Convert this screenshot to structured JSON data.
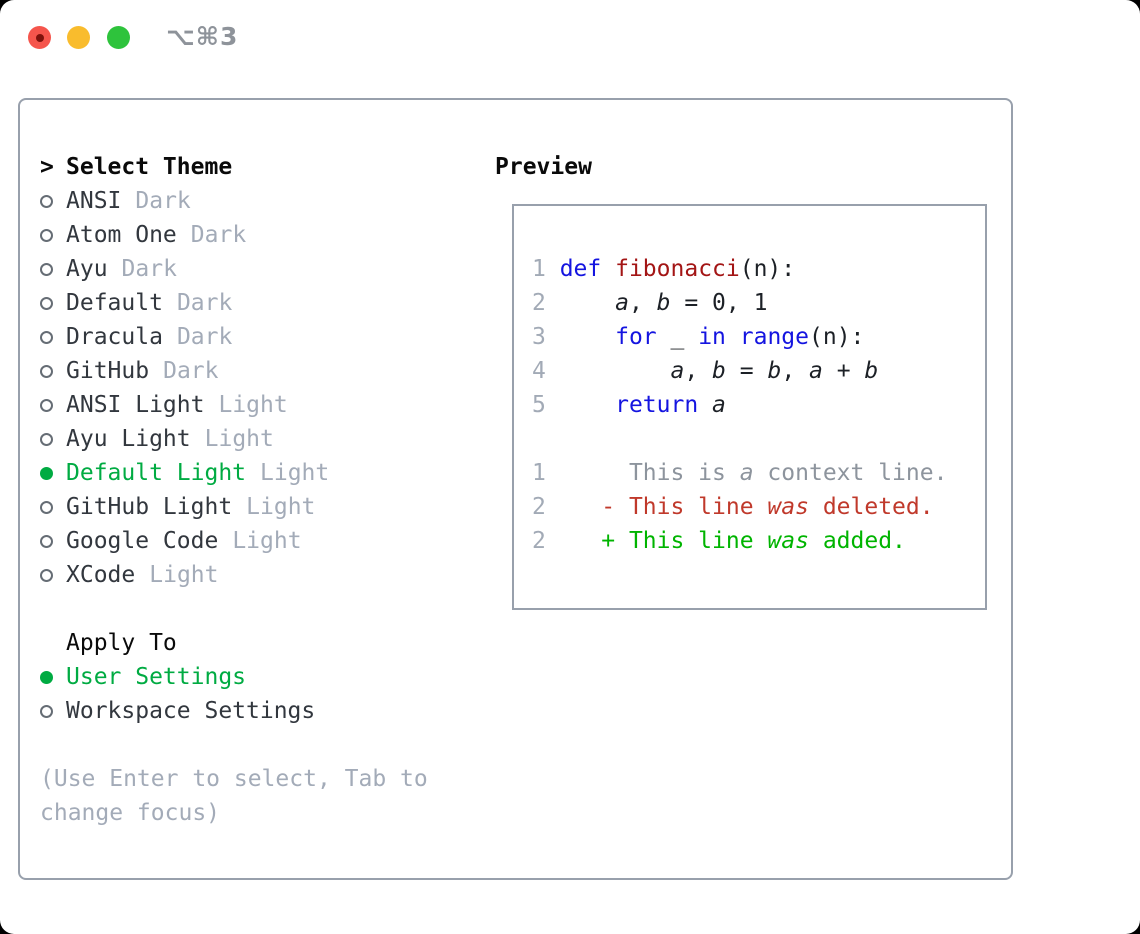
{
  "colors": {
    "accent_green": "#00ab42",
    "keyword_blue": "#1414e0",
    "function_red": "#a31515",
    "deleted_red": "#c0392b",
    "added_green": "#00b400",
    "muted_gray": "#a3abb8",
    "border_gray": "#98a0ac"
  },
  "window": {
    "title": "⌥⌘3"
  },
  "theme_picker": {
    "prompt": ">",
    "title": "Select Theme",
    "items": [
      {
        "name": "ANSI",
        "variant": "Dark",
        "selected": false
      },
      {
        "name": "Atom One",
        "variant": "Dark",
        "selected": false
      },
      {
        "name": "Ayu",
        "variant": "Dark",
        "selected": false
      },
      {
        "name": "Default",
        "variant": "Dark",
        "selected": false
      },
      {
        "name": "Dracula",
        "variant": "Dark",
        "selected": false
      },
      {
        "name": "GitHub",
        "variant": "Dark",
        "selected": false
      },
      {
        "name": "ANSI Light",
        "variant": "Light",
        "selected": false
      },
      {
        "name": "Ayu Light",
        "variant": "Light",
        "selected": false
      },
      {
        "name": "Default Light",
        "variant": "Light",
        "selected": true
      },
      {
        "name": "GitHub Light",
        "variant": "Light",
        "selected": false
      },
      {
        "name": "Google Code",
        "variant": "Light",
        "selected": false
      },
      {
        "name": "XCode",
        "variant": "Light",
        "selected": false
      }
    ],
    "apply_to": {
      "title": "Apply To",
      "options": [
        {
          "name": "User Settings",
          "selected": true
        },
        {
          "name": "Workspace Settings",
          "selected": false
        }
      ]
    },
    "hint": "(Use Enter to select, Tab to change focus)"
  },
  "preview": {
    "title": "Preview",
    "lines": [
      [
        {
          "c": "ln",
          "t": "1 "
        },
        {
          "c": "kw",
          "t": "def"
        },
        {
          "c": "pl",
          "t": " "
        },
        {
          "c": "fn",
          "t": "fibonacci"
        },
        {
          "c": "pl",
          "t": "(n):"
        }
      ],
      [
        {
          "c": "ln",
          "t": "2 "
        },
        {
          "c": "pl",
          "t": "    "
        },
        {
          "c": "var",
          "t": "a"
        },
        {
          "c": "pl",
          "t": ", "
        },
        {
          "c": "var",
          "t": "b"
        },
        {
          "c": "pl",
          "t": " = 0, 1"
        }
      ],
      [
        {
          "c": "ln",
          "t": "3 "
        },
        {
          "c": "pl",
          "t": "    "
        },
        {
          "c": "kw",
          "t": "for"
        },
        {
          "c": "pl",
          "t": " _ "
        },
        {
          "c": "kw",
          "t": "in"
        },
        {
          "c": "pl",
          "t": " "
        },
        {
          "c": "kw",
          "t": "range"
        },
        {
          "c": "pl",
          "t": "(n):"
        }
      ],
      [
        {
          "c": "ln",
          "t": "4 "
        },
        {
          "c": "pl",
          "t": "        "
        },
        {
          "c": "var",
          "t": "a"
        },
        {
          "c": "pl",
          "t": ", "
        },
        {
          "c": "var",
          "t": "b"
        },
        {
          "c": "pl",
          "t": " = "
        },
        {
          "c": "var",
          "t": "b"
        },
        {
          "c": "pl",
          "t": ", "
        },
        {
          "c": "var",
          "t": "a"
        },
        {
          "c": "pl",
          "t": " + "
        },
        {
          "c": "var",
          "t": "b"
        }
      ],
      [
        {
          "c": "ln",
          "t": "5 "
        },
        {
          "c": "pl",
          "t": "    "
        },
        {
          "c": "kw",
          "t": "return"
        },
        {
          "c": "pl",
          "t": " "
        },
        {
          "c": "var",
          "t": "a"
        }
      ],
      [],
      [
        {
          "c": "ln",
          "t": "1 "
        },
        {
          "c": "ctx",
          "t": "     This is "
        },
        {
          "c": "ctx it",
          "t": "a"
        },
        {
          "c": "ctx",
          "t": " context line."
        }
      ],
      [
        {
          "c": "ln",
          "t": "2 "
        },
        {
          "c": "del",
          "t": "   - This line "
        },
        {
          "c": "del it",
          "t": "was"
        },
        {
          "c": "del",
          "t": " deleted."
        }
      ],
      [
        {
          "c": "ln",
          "t": "2 "
        },
        {
          "c": "add",
          "t": "   + This line "
        },
        {
          "c": "add it",
          "t": "was"
        },
        {
          "c": "add",
          "t": " added."
        }
      ]
    ]
  }
}
